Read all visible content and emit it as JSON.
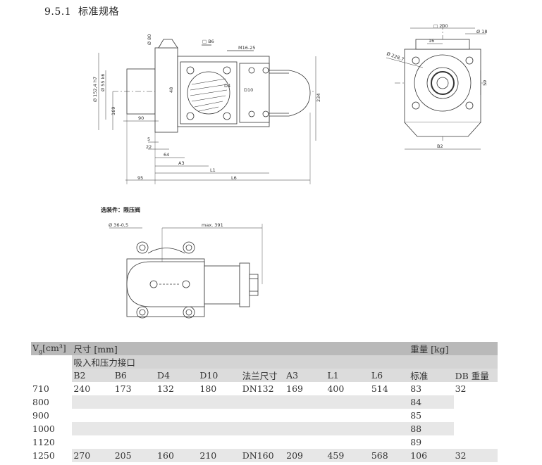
{
  "section": {
    "number": "9.5.1",
    "title": "标准规格"
  },
  "drawing": {
    "dims_side": [
      "Ø 80",
      "□ B6",
      "M16-25",
      "Ø 152,4 h7",
      "Ø 55 k6",
      "48",
      "169",
      "90",
      "D4",
      "D10",
      "234",
      "5",
      "22",
      "64",
      "A3",
      "L1",
      "95",
      "L6"
    ],
    "dims_front": [
      "□ 200",
      "Ø 18",
      "16",
      "Ø 228,7",
      "59",
      "B2"
    ],
    "option_label": "选装件：限压阀",
    "dims_option": [
      "Ø 36-0,5",
      "max. 391"
    ]
  },
  "table": {
    "header_vg": "V",
    "header_vg_sub": "g",
    "header_vg_unit": "[cm³]",
    "header_dims": "尺寸 [mm]",
    "header_weight": "重量 [kg]",
    "header_ports": "吸入和压力接口",
    "columns": [
      "B2",
      "B6",
      "D4",
      "D10",
      "法兰尺寸",
      "A3",
      "L1",
      "L6",
      "标准",
      "DB 重量"
    ],
    "rows": [
      {
        "vg": "710",
        "cells": [
          "240",
          "173",
          "132",
          "180",
          "DN132",
          "169",
          "400",
          "514",
          "83",
          "32"
        ]
      },
      {
        "vg": "800",
        "cells": [
          "",
          "",
          "",
          "",
          "",
          "",
          "",
          "",
          "84",
          ""
        ]
      },
      {
        "vg": "900",
        "cells": [
          "",
          "",
          "",
          "",
          "",
          "",
          "",
          "",
          "85",
          ""
        ]
      },
      {
        "vg": "1000",
        "cells": [
          "",
          "",
          "",
          "",
          "",
          "",
          "",
          "",
          "88",
          ""
        ]
      },
      {
        "vg": "1120",
        "cells": [
          "",
          "",
          "",
          "",
          "",
          "",
          "",
          "",
          "89",
          ""
        ]
      },
      {
        "vg": "1250",
        "cells": [
          "270",
          "205",
          "160",
          "210",
          "DN160",
          "209",
          "459",
          "568",
          "106",
          "32"
        ]
      }
    ]
  }
}
